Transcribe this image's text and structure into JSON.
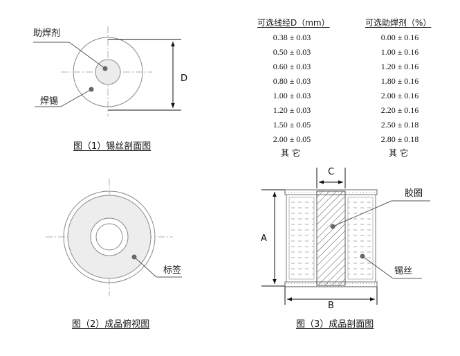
{
  "fig1": {
    "flux_label": "助焊剂",
    "solder_label": "焊锡",
    "dim_label": "D",
    "caption": "图（1）锡丝剖面图"
  },
  "fig2": {
    "label_tag": "标签",
    "caption": "图（2）成品俯视图"
  },
  "fig3": {
    "glue_label": "胶圈",
    "wire_label": "锡丝",
    "dim_a": "A",
    "dim_b": "B",
    "dim_c": "C",
    "caption": "图（3）成品剖面图"
  },
  "table": {
    "col1_header": "可选线经D（mm）",
    "col2_header": "可选助焊剂（%）",
    "rows": [
      [
        "0.38 ± 0.03",
        "0.00 ± 0.16"
      ],
      [
        "0.50 ± 0.03",
        "1.00 ± 0.16"
      ],
      [
        "0.60 ± 0.03",
        "1.20 ± 0.16"
      ],
      [
        "0.80 ± 0.03",
        "1.80 ± 0.16"
      ],
      [
        "1.00 ± 0.03",
        "2.00 ± 0.16"
      ],
      [
        "1.20 ± 0.03",
        "2.20 ± 0.16"
      ],
      [
        "1.50 ± 0.05",
        "2.50 ± 0.18"
      ],
      [
        "2.00 ± 0.05",
        "2.80 ± 0.18"
      ]
    ],
    "other_1": "其它",
    "other_2": "其它"
  }
}
